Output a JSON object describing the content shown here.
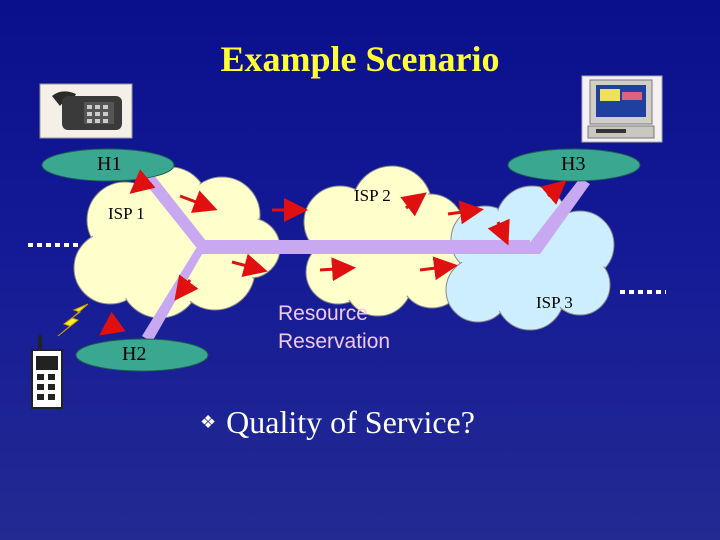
{
  "slide": {
    "title": "Example Scenario",
    "bullet_text": "Quality of Service?",
    "bullet_icon": "diamond-bullet-icon"
  },
  "hosts": {
    "h1": "H1",
    "h2": "H2",
    "h3": "H3"
  },
  "isps": {
    "isp1": "ISP 1",
    "isp2": "ISP 2",
    "isp3": "ISP 3"
  },
  "annotation": {
    "line1": "Resource",
    "line2": "Reservation"
  },
  "colors": {
    "background": "#0a0f8c",
    "title": "#ffff33",
    "host_ellipse": "#3aa890",
    "cloud": "#ffffcc",
    "cloud_isp3": "#cceeff",
    "path": "#c8a8f0",
    "arrow": "#e01010",
    "annotation_text": "#f0c8f0",
    "bullet_text": "#ffffff"
  },
  "icons": [
    "telephone-icon",
    "computer-icon",
    "mobile-phone-icon",
    "lightning-icon"
  ]
}
